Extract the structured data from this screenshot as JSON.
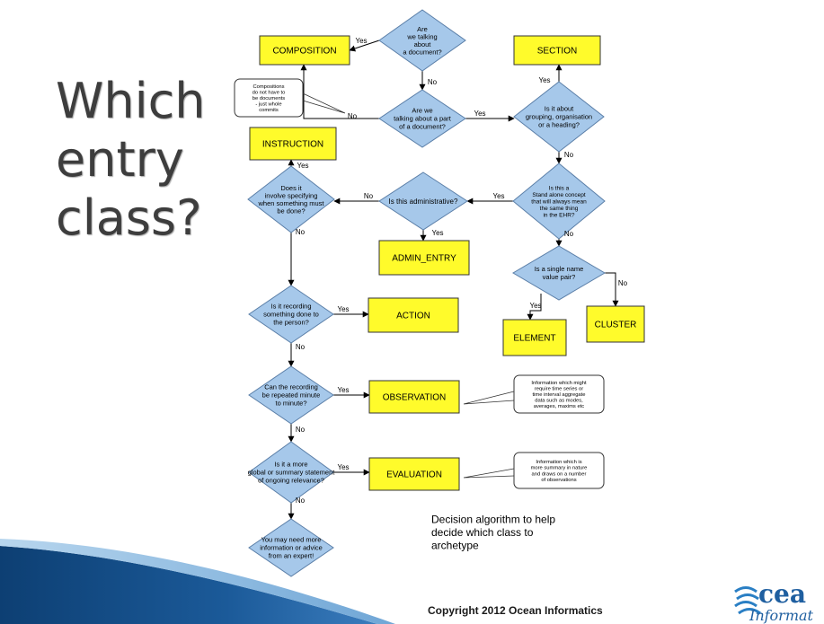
{
  "slide": {
    "title_lines": [
      "Which",
      "entry",
      "class?"
    ],
    "copyright": "Copyright 2012 Ocean Informatics",
    "logo_text_top": "cea",
    "logo_text_bottom": "Informat"
  },
  "colors": {
    "decision_fill": "#a6c8ea",
    "class_fill": "#fffb2b",
    "accent_dark_blue": "#0d3f73",
    "accent_light_blue": "#9cc4e4"
  },
  "diagram": {
    "decisions": {
      "document": [
        "Are",
        "we talking",
        "about",
        "a document?"
      ],
      "part_of_document": [
        "Are we",
        "talking about a part",
        "of a document?"
      ],
      "grouping": [
        "Is it about",
        "grouping, organisation",
        "or a heading?"
      ],
      "standalone": [
        "Is this a",
        "Stand alone concept",
        "that will always mean",
        "the same thing",
        "in the EHR?"
      ],
      "administrative": [
        "Is this administrative?"
      ],
      "specifying_when": [
        "Does it",
        "involve specifying",
        "when something must",
        "be done?"
      ],
      "single_name_value": [
        "Is a single name",
        "value pair?"
      ],
      "recording_done": [
        "Is it recording",
        "something done to",
        "the person?"
      ],
      "repeated": [
        "Can the recording",
        "be repeated minute",
        "to minute?"
      ],
      "global_summary": [
        "Is it a more",
        "global or summary statement",
        "of ongoing relevance?"
      ],
      "need_more_info": [
        "You may need more",
        "information or advice",
        "from an expert!"
      ]
    },
    "classes": {
      "composition": "COMPOSITION",
      "section": "SECTION",
      "instruction": "INSTRUCTION",
      "admin_entry": "ADMIN_ENTRY",
      "action": "ACTION",
      "element": "ELEMENT",
      "cluster": "CLUSTER",
      "observation": "OBSERVATION",
      "evaluation": "EVALUATION"
    },
    "edge_labels": {
      "yes": "Yes",
      "no": "No"
    },
    "notes": {
      "compositions": [
        "Compositions",
        "do not have to",
        "be documents",
        "- just whole",
        "commits"
      ],
      "observation": [
        "Information which might",
        "require time series or",
        "time interval aggregate",
        "data such as modes,",
        "averages, maxims etc"
      ],
      "evaluation": [
        "Information which is",
        "more summary in nature",
        "and draws on a number",
        "of observations"
      ]
    },
    "caption": [
      "Decision algorithm to help",
      "decide which class to",
      "archetype"
    ]
  }
}
